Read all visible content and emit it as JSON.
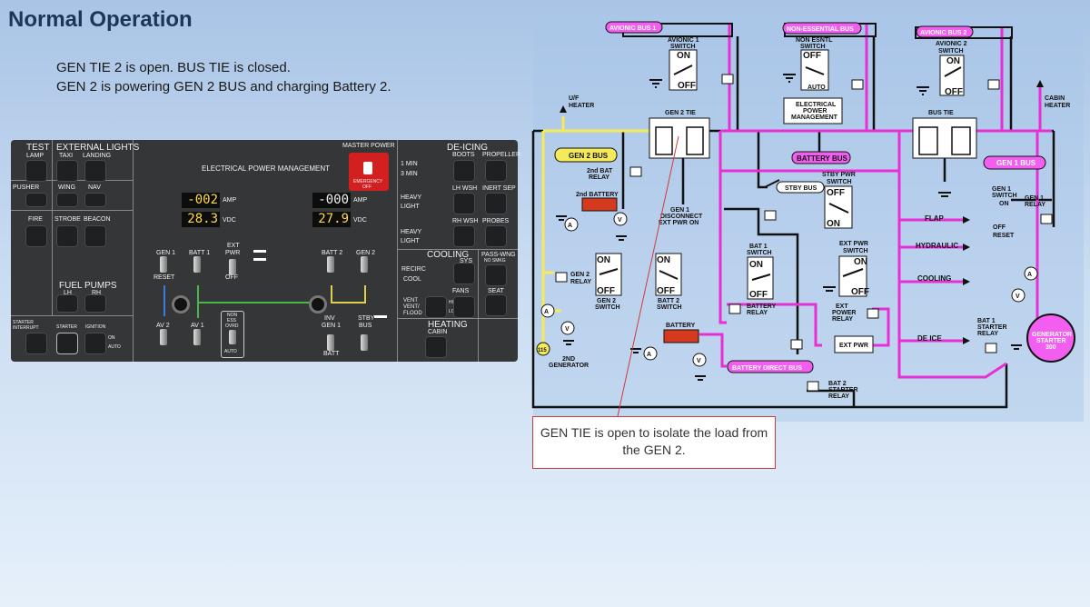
{
  "title": "Normal Operation",
  "description": [
    "GEN TIE 2 is open. BUS TIE is closed.",
    "GEN 2 is powering GEN 2 BUS and charging Battery 2."
  ],
  "panel": {
    "test_lamp": [
      "TEST",
      "LAMP"
    ],
    "external_lights": "EXTERNAL LIGHTS",
    "taxi": "TAXI",
    "landing": "LANDING",
    "pusher": "PUSHER",
    "wing": "WING",
    "nav": "NAV",
    "fire": "FIRE",
    "strobe": "STROBE",
    "beacon": "BEACON",
    "fuel_pumps": "FUEL PUMPS",
    "lh": "LH",
    "rh": "RH",
    "starter_interrupt": [
      "STARTER",
      "INTERRUPT"
    ],
    "starter": "STARTER",
    "ignition": "IGNITION",
    "on": "ON",
    "auto": "AUTO",
    "master_power": "MASTER POWER",
    "electrical_power_management": "ELECTRICAL POWER MANAGEMENT",
    "emergency_off": [
      "EMERGENCY",
      "OFF"
    ],
    "display1_amp": "-002",
    "display1_vdc": "28.3",
    "display2_amp": "-000",
    "display2_vdc": "27.9",
    "amp": "AMP",
    "vdc": "VDC",
    "gen1": "GEN 1",
    "batt1": "BATT 1",
    "ext_pwr": [
      "EXT",
      "PWR"
    ],
    "off": "OFF",
    "batt2": "BATT 2",
    "gen2": "GEN 2",
    "reset": "RESET",
    "av2": "AV 2",
    "av1": "AV 1",
    "non_ess_ovrd": [
      "NON",
      "ESS",
      "OVRD"
    ],
    "inv_gen1": [
      "INV",
      "GEN 1"
    ],
    "stby_bus": [
      "STBY",
      "BUS"
    ],
    "batt": "BATT",
    "de_icing": "DE-ICING",
    "boots": "BOOTS",
    "propeller": "PROPELLER",
    "min1": "1 MIN",
    "min3": "3 MIN",
    "lh_wsh": "LH WSH",
    "inert_sep": "INERT SEP",
    "heavy": "HEAVY",
    "light": "LIGHT",
    "rh_wsh": "RH WSH",
    "probes": "PROBES",
    "cooling": "COOLING",
    "sys": "SYS",
    "pass_wng": "PASS-WNG",
    "no_smkg": "NO SMKG",
    "recirc": "RECIRC",
    "cool": "COOL",
    "fans": "FANS",
    "seat": "SEAT",
    "vent": [
      "VENT",
      "VENT/",
      "FLOOD"
    ],
    "hi": "HI",
    "lo": "LO",
    "heating": "HEATING",
    "cabin": "CABIN"
  },
  "diagram": {
    "avionic_bus_1": "AVIONIC BUS 1",
    "non_essential_bus": "NON-ESSENTIAL BUS",
    "avionic_bus_2": "AVIONIC BUS 2",
    "avionic1_switch": [
      "AVIONIC 1",
      "SWITCH"
    ],
    "non_esntl_switch": [
      "NON ESNTL",
      "SWITCH"
    ],
    "avionic2_switch": [
      "AVIONIC 2",
      "SWITCH"
    ],
    "on": "ON",
    "off": "OFF",
    "auto": "AUTO",
    "epm": [
      "ELECTRICAL",
      "POWER",
      "MANAGEMENT"
    ],
    "uf_heater": [
      "U/F",
      "HEATER"
    ],
    "gen2_tie": "GEN 2 TIE",
    "bus_tie": "BUS TIE",
    "cabin_heater": [
      "CABIN",
      "HEATER"
    ],
    "gen2_bus": "GEN 2 BUS",
    "battery_bus": "BATTERY BUS",
    "gen1_bus": "GEN 1 BUS",
    "second_bat_relay": [
      "2nd BAT",
      "RELAY"
    ],
    "second_battery": "2nd BATTERY",
    "gen1_disconnect": [
      "GEN 1",
      "DISCONNECT",
      "EXT PWR ON"
    ],
    "stby_pwr_switch": [
      "STBY PWR",
      "SWITCH"
    ],
    "stby_bus": "STBY BUS",
    "gen1_switch": [
      "GEN 1",
      "SWITCH"
    ],
    "gen1_relay": [
      "GEN 1",
      "RELAY"
    ],
    "reset": "RESET",
    "flap": "FLAP",
    "hydraulic": "HYDRAULIC",
    "cooling": "COOLING",
    "de_ice": "DE ICE",
    "gen2_relay": [
      "GEN 2",
      "RELAY"
    ],
    "gen2_switch": [
      "GEN 2",
      "SWITCH"
    ],
    "batt2_switch": [
      "BATT 2",
      "SWITCH"
    ],
    "bat1_switch": [
      "BAT 1",
      "SWITCH"
    ],
    "battery_relay": [
      "BATTERY",
      "RELAY"
    ],
    "ext_pwr_switch": [
      "EXT PWR",
      "SWITCH"
    ],
    "ext_power_relay": [
      "EXT",
      "POWER",
      "RELAY"
    ],
    "ext_pwr": "EXT PWR",
    "battery": "BATTERY",
    "battery_direct_bus": "BATTERY DIRECT BUS",
    "bat2_starter_relay": [
      "BAT 2",
      "STARTER",
      "RELAY"
    ],
    "bat1_starter_relay": [
      "BAT 1",
      "STARTER",
      "RELAY"
    ],
    "generator_starter": [
      "GENERATOR",
      "STARTER",
      "300"
    ],
    "second_generator": [
      "2ND",
      "GENERATOR"
    ],
    "gen_115": "115",
    "meter_a": "A",
    "meter_v": "V"
  },
  "callout": "GEN TIE is open to isolate the load from the GEN 2.",
  "colors": {
    "title": "#1d3657",
    "panel": "#353637",
    "bus_magenta": "#e82fd6",
    "bus_yellow": "#f5ea5a",
    "bus_label_fill": "#f25ff0",
    "battery_red": "#d53a1f",
    "callout_border": "#d03a3a",
    "display_yellow": "#ffd84a"
  }
}
